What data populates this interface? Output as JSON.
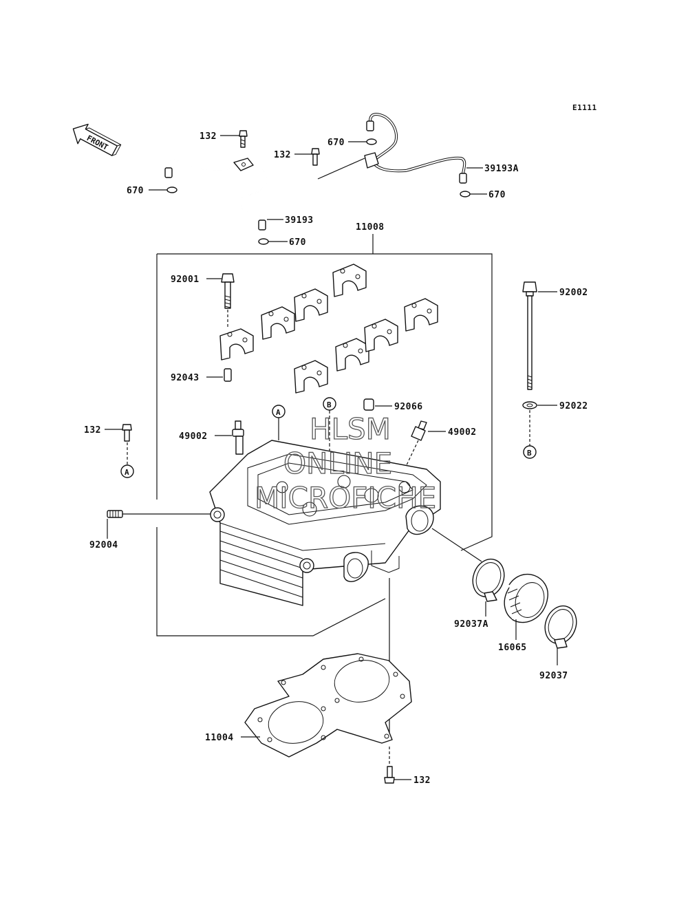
{
  "diagram_code": "E1111",
  "front_label": "FRONT",
  "watermark": {
    "line1": "HLSM",
    "line2": "ONLINE",
    "line3": "MICROFICHE"
  },
  "ref_a": "A",
  "ref_b": "B",
  "parts": {
    "bolt_132": "132",
    "oring_670": "670",
    "pipe_39193": "39193",
    "pipe_39193a": "39193A",
    "head_assy_11008": "11008",
    "bolt_92001": "92001",
    "bolt_92002": "92002",
    "dowel_92043": "92043",
    "washer_92022": "92022",
    "cap_92066": "92066",
    "stud_49002": "49002",
    "stud_92004": "92004",
    "clamp_92037a": "92037A",
    "holder_16065": "16065",
    "clamp_92037": "92037",
    "gasket_11004": "11004"
  }
}
